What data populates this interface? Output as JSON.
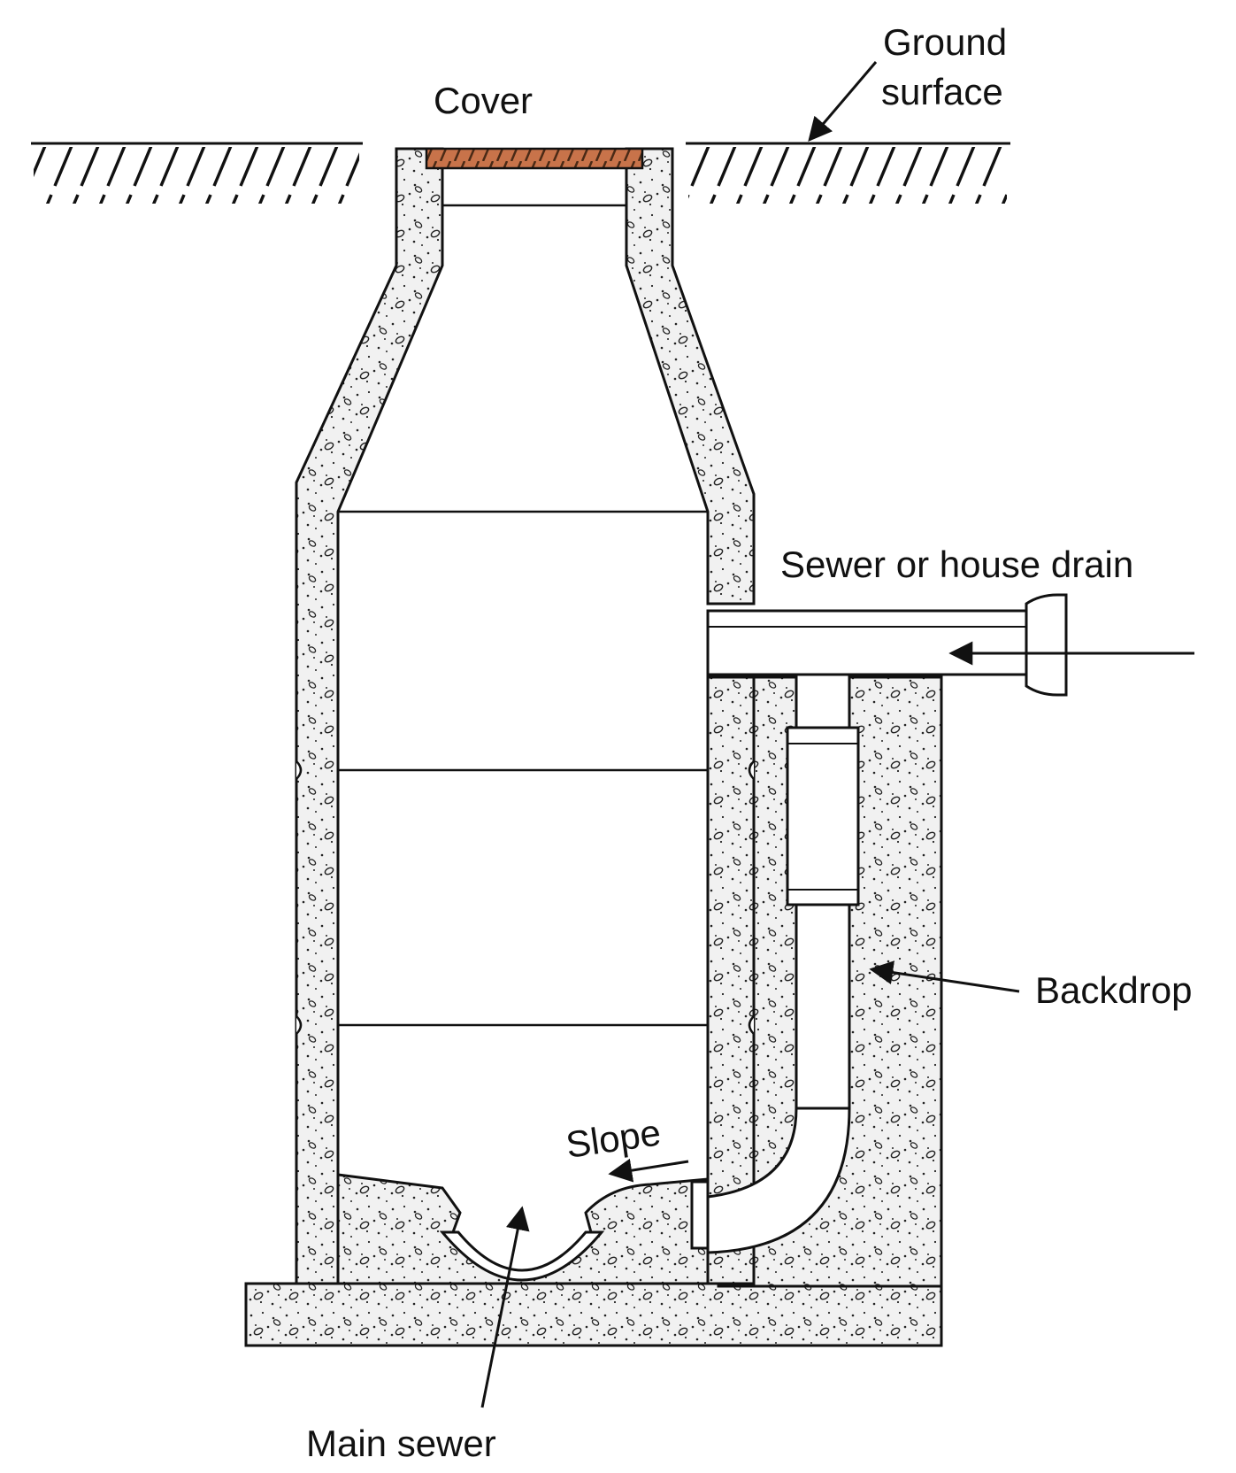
{
  "labels": {
    "cover": "Cover",
    "ground_surface_line1": "Ground",
    "ground_surface_line2": "surface",
    "sewer_or_house_drain": "Sewer or house drain",
    "backdrop": "Backdrop",
    "slope": "Slope",
    "main_sewer": "Main sewer"
  },
  "colors": {
    "line": "#111111",
    "concrete_fill": "#f1f1f1",
    "cover_fill": "#c8734a",
    "background": "#ffffff"
  }
}
